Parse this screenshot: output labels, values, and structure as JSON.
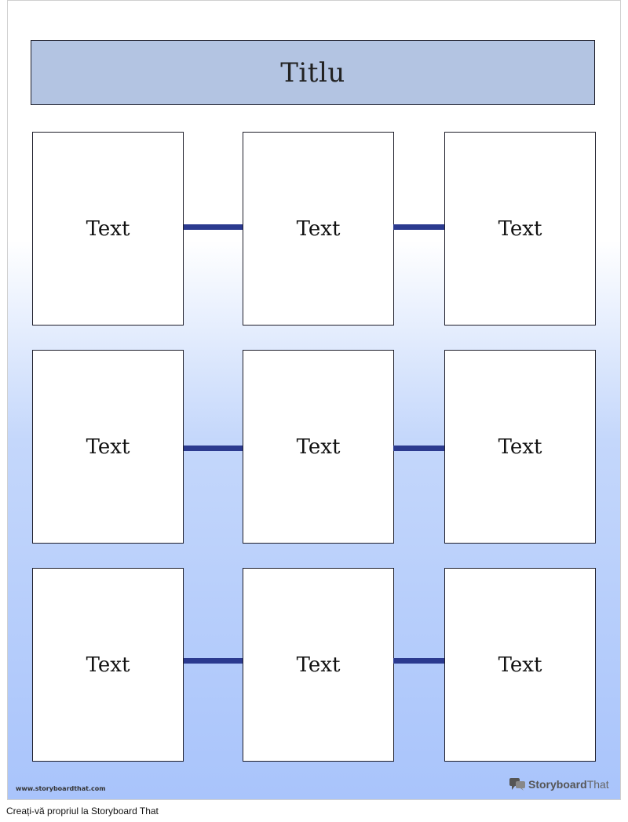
{
  "worksheet": {
    "title": "Titlu",
    "rows": [
      [
        "Text",
        "Text",
        "Text"
      ],
      [
        "Text",
        "Text",
        "Text"
      ],
      [
        "Text",
        "Text",
        "Text"
      ]
    ],
    "colors": {
      "title_fill": "#b3c4e2",
      "connector": "#2b3a8f",
      "gradient_top": "#ffffff",
      "gradient_bottom": "#a9c4fb"
    }
  },
  "footer": {
    "url": "www.storyboardthat.com",
    "brand_left": "Storyboard",
    "brand_right": "That",
    "brand_icon": "speech-bubbles-icon"
  },
  "caption": "Creați-vă propriul la Storyboard That"
}
